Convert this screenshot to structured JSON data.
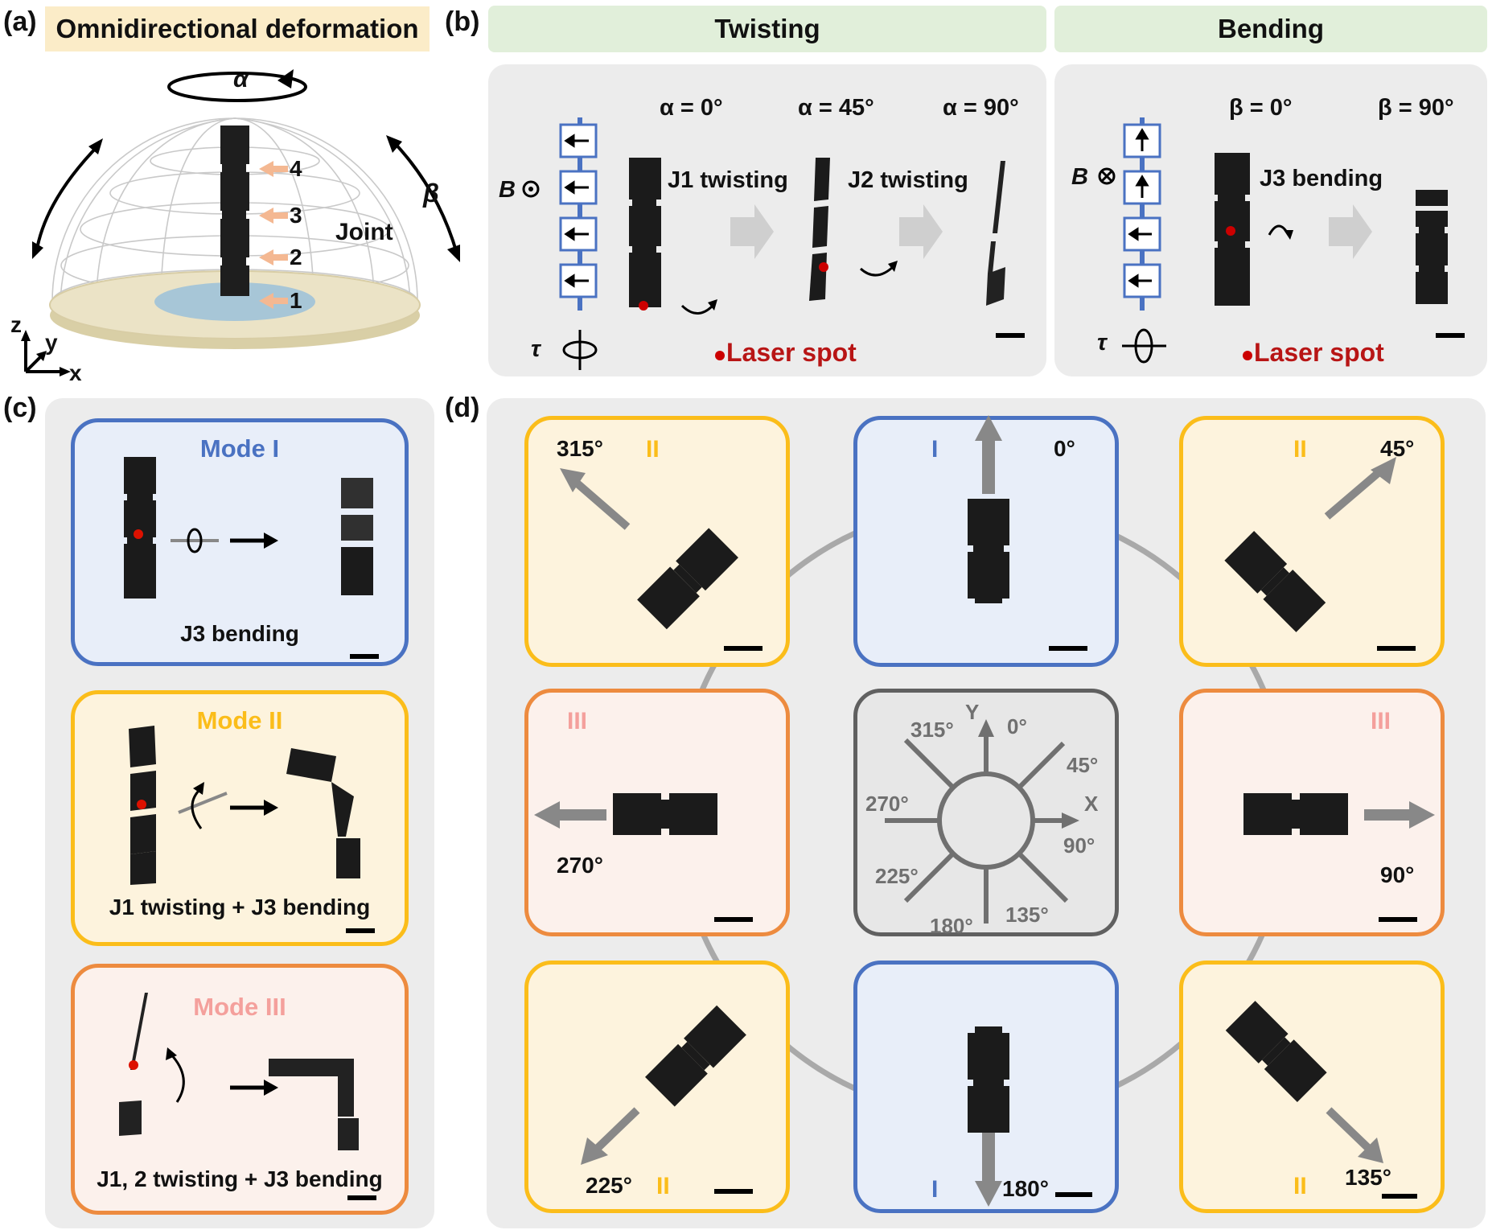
{
  "panel_a": {
    "label": "(a)",
    "title": "Omnidirectional deformation",
    "alpha": "α",
    "beta": "β",
    "joint_label": "Joint",
    "joint_numbers": [
      "4",
      "3",
      "2",
      "1"
    ],
    "axes": {
      "z": "z",
      "y": "y",
      "x": "x"
    }
  },
  "panel_b": {
    "label": "(b)",
    "twisting": {
      "header": "Twisting",
      "field": "B",
      "angles": [
        "α = 0°",
        "α = 45°",
        "α = 90°"
      ],
      "step1": "J1 twisting",
      "step2": "J2 twisting",
      "torque": "τ",
      "laser": "Laser spot"
    },
    "bending": {
      "header": "Bending",
      "field": "B",
      "angles": [
        "β = 0°",
        "β = 90°"
      ],
      "step1": "J3 bending",
      "torque": "τ",
      "laser": "Laser spot"
    }
  },
  "panel_c": {
    "label": "(c)",
    "modes": [
      {
        "title": "Mode I",
        "caption": "J3 bending",
        "color": "#4a72c2"
      },
      {
        "title": "Mode II",
        "caption": "J1 twisting + J3 bending",
        "color": "#fbbd1a"
      },
      {
        "title": "Mode III",
        "caption": "J1, 2 twisting + J3 bending",
        "color": "#f4a09c"
      }
    ]
  },
  "panel_d": {
    "label": "(d)",
    "cells": {
      "c315": {
        "mode": "II",
        "angle": "315°"
      },
      "c0": {
        "mode": "I",
        "angle": "0°"
      },
      "c45": {
        "mode": "II",
        "angle": "45°"
      },
      "c270": {
        "mode": "III",
        "angle": "270°"
      },
      "c90": {
        "mode": "III",
        "angle": "90°"
      },
      "c225": {
        "mode": "II",
        "angle": "225°"
      },
      "c180": {
        "mode": "I",
        "angle": "180°"
      },
      "c135": {
        "mode": "II",
        "angle": "135°"
      }
    },
    "compass": {
      "y": "Y",
      "x": "X",
      "a0": "0°",
      "a45": "45°",
      "a90": "90°",
      "a135": "135°",
      "a180": "180°",
      "a225": "225°",
      "a270": "270°",
      "a315": "315°"
    }
  }
}
